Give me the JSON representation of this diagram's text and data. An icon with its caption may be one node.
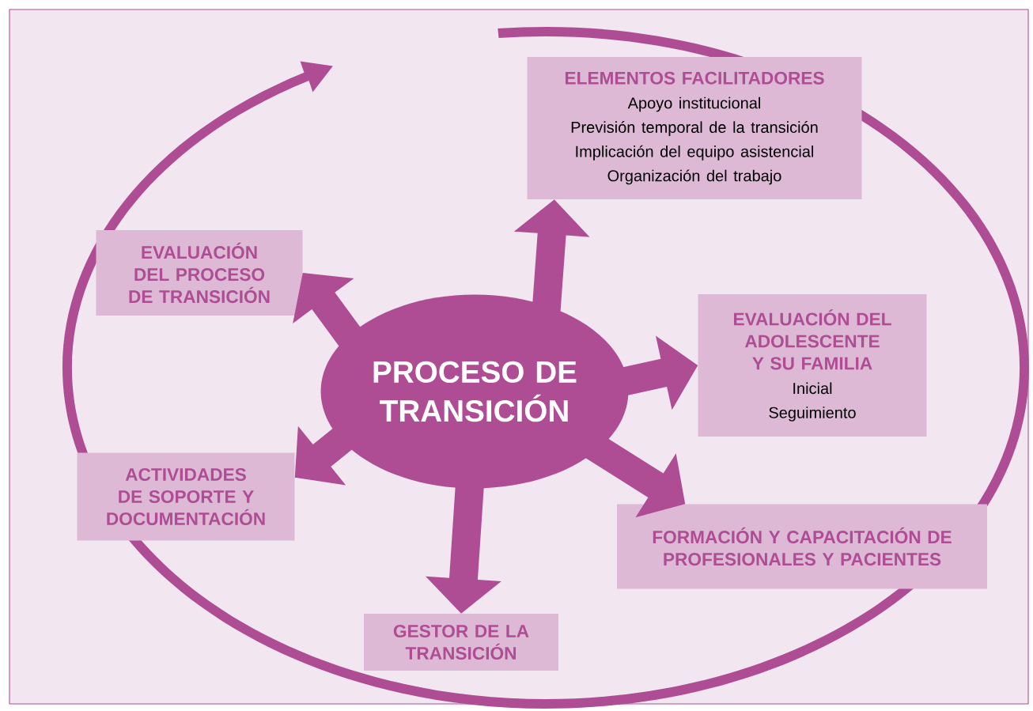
{
  "diagram": {
    "nodes": [
      {
        "text": [
          "PROCESO DE TRANSICIÓN"
        ]
      },
      {
        "text": [
          "ELEMENTOS FACILITADORES",
          "Apoyo institucional",
          "Previsión temporal de la transición",
          "Implicación del equipo asistencial",
          "Organización del trabajo"
        ]
      },
      {
        "text": [
          "EVALUACIÓN DEL ADOLESCENTE Y SU FAMILIA",
          "Inicial",
          "Seguimiento"
        ]
      },
      {
        "text": [
          "FORMACIÓN Y CAPACITACIÓN DE PROFESIONALES Y PACIENTES"
        ]
      },
      {
        "text": [
          "GESTOR DE LA TRANSICIÓN"
        ]
      },
      {
        "text": [
          "ACTIVIDADES DE SOPORTE Y DOCUMENTACIÓN"
        ]
      },
      {
        "text": [
          "EVALUACIÓN DEL PROCESO DE TRANSICIÓN"
        ]
      }
    ],
    "edges": [
      {
        "from": 0,
        "to": 1,
        "arrow": "to"
      },
      {
        "from": 0,
        "to": 2,
        "arrow": "to"
      },
      {
        "from": 0,
        "to": 3,
        "arrow": "to"
      },
      {
        "from": 0,
        "to": 4,
        "arrow": "to"
      },
      {
        "from": 0,
        "to": 5,
        "arrow": "to"
      },
      {
        "from": 0,
        "to": 6,
        "arrow": "to"
      }
    ]
  }
}
